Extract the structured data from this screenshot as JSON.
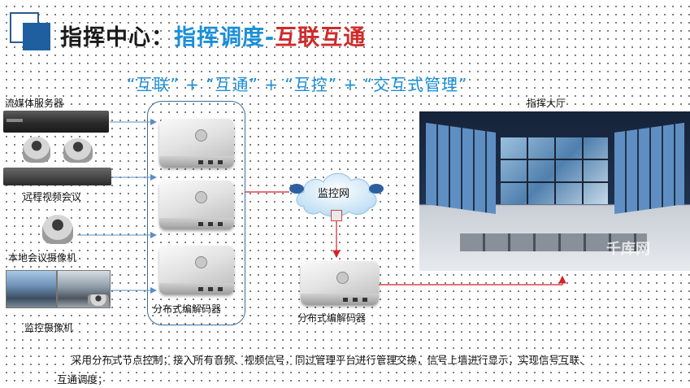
{
  "title": {
    "part1": "指挥中心：",
    "part2": "指挥调度-",
    "part3": "互联互通"
  },
  "subtitle": "“互联” + “互通” + “互控” + “交互式管理”",
  "sources": {
    "streaming_server": "流媒体服务器",
    "video_conference": "远程视频会议",
    "local_camera": "本地会议摄像机",
    "surveillance_camera": "监控摄像机"
  },
  "encoder_group_label": "分布式编解码器",
  "network_label": "监控网",
  "encoder_single_label": "分布式编解码器",
  "hall_label": "指挥大厅",
  "hall_watermark": "千库网",
  "description_line1": "采用分布式节点控制；接入所有音频、视频信号，同过管理平台进行管理交换，信号上墙进行显示，实现信号互联、",
  "description_line2": "互通调度；",
  "colors": {
    "title_blue": "#1b8fd8",
    "title_red": "#d12a2a",
    "arrow_blue": "#5b8ec7",
    "arrow_red": "#d61f26"
  }
}
